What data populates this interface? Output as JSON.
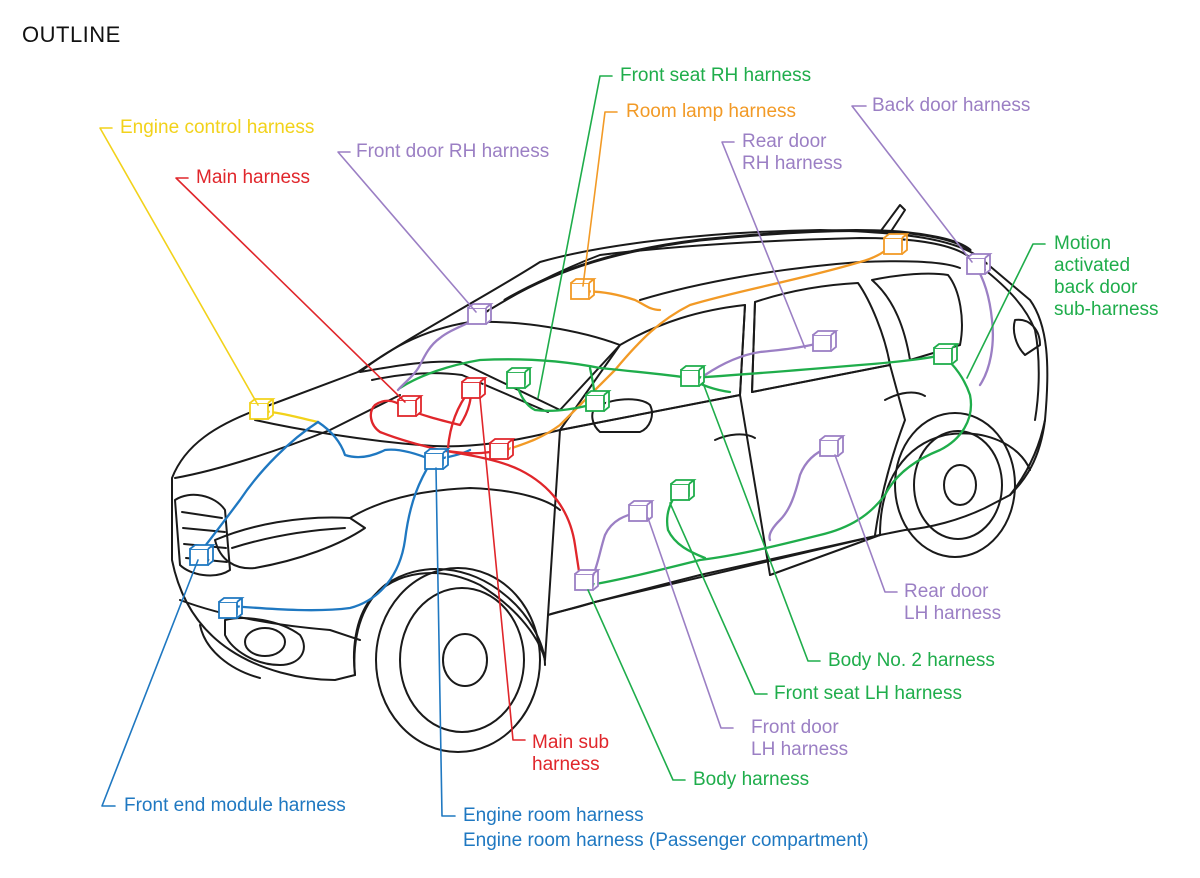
{
  "title": "OUTLINE",
  "colors": {
    "outline": "#1a1a1a",
    "yellow": "#f2d21b",
    "red": "#e0262b",
    "purple": "#9b7fc4",
    "green": "#1fad4b",
    "orange": "#f29a26",
    "blue": "#1f78c1"
  },
  "labels": {
    "engine_control": "Engine control harness",
    "main": "Main harness",
    "front_door_rh": "Front door RH harness",
    "front_seat_rh": "Front seat RH harness",
    "room_lamp": "Room lamp harness",
    "rear_door_rh": "Rear door\nRH harness",
    "back_door": "Back door harness",
    "motion_back_door": "Motion\nactivated\nback door\nsub-harness",
    "rear_door_lh": "Rear door\nLH harness",
    "body_no2": "Body No. 2 harness",
    "front_seat_lh": "Front seat LH harness",
    "front_door_lh": "Front door\nLH harness",
    "body": "Body harness",
    "main_sub": "Main sub\nharness",
    "front_end_module": "Front end module harness",
    "engine_room": "Engine room harness",
    "engine_room_passenger": "Engine room harness (Passenger compartment)"
  }
}
